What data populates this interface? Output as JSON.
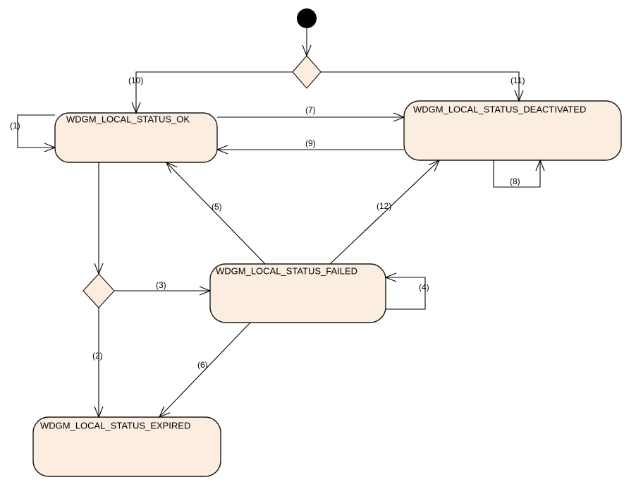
{
  "states": {
    "ok": "WDGM_LOCAL_STATUS_OK",
    "deactivated": "WDGM_LOCAL_STATUS_DEACTIVATED",
    "failed": "WDGM_LOCAL_STATUS_FAILED",
    "expired": "WDGM_LOCAL_STATUS_EXPIRED"
  },
  "transitions": {
    "t1": "(1)",
    "t2": "(2)",
    "t3": "(3)",
    "t4": "(4)",
    "t5": "(5)",
    "t6": "(6)",
    "t7": "(7)",
    "t8": "(8)",
    "t9": "(9)",
    "t10": "(10)",
    "t11": "(11)",
    "t12": "(12)"
  },
  "colors": {
    "state_fill": "#fbeee0",
    "stroke": "#1a1a1a"
  }
}
